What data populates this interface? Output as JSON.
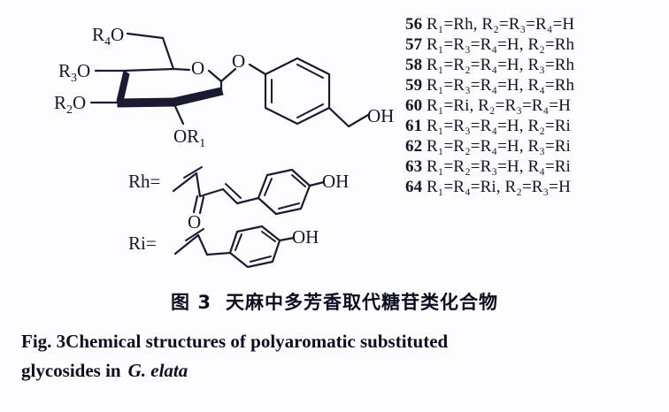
{
  "figure": {
    "caption_cn_number": "图 3",
    "caption_cn_text": "天麻中多芳香取代糖苷类化合物",
    "caption_en_number": "Fig. 3",
    "caption_en_line1": "Chemical structures of polyaromatic substituted",
    "caption_en_line2_prefix": "glycosides in",
    "caption_en_species": "G. elata"
  },
  "legend": {
    "rows": [
      {
        "num": "56",
        "def": "R₁=Rh, R₂=R₃=R₄=H"
      },
      {
        "num": "57",
        "def": "R₁=R₃=R₄=H, R₂=Rh"
      },
      {
        "num": "58",
        "def": "R₁=R₂=R₄=H, R₃=Rh"
      },
      {
        "num": "59",
        "def": "R₁=R₃=R₄=H, R₄=Rh"
      },
      {
        "num": "60",
        "def": "R₁=Ri, R₂=R₃=R₄=H"
      },
      {
        "num": "61",
        "def": "R₁=R₃=R₄=H, R₂=Ri"
      },
      {
        "num": "62",
        "def": "R₁=R₂=R₄=H, R₃=Ri"
      },
      {
        "num": "63",
        "def": "R₁=R₂=R₃=H, R₄=Ri"
      },
      {
        "num": "64",
        "def": "R₁=R₄=Ri, R₂=R₃=H"
      }
    ]
  },
  "structures": {
    "core": {
      "labels": {
        "r4o": "R₄O",
        "r3o": "R₃O",
        "r2o": "R₂O",
        "or1": "OR₁",
        "ring_o": "O",
        "glyco_o": "O",
        "ch2oh": "OH"
      }
    },
    "rh": {
      "label": "Rh=",
      "carbonyl_o": "O",
      "phenol_oh": "OH"
    },
    "ri": {
      "label": "Ri=",
      "phenol_oh": "OH"
    }
  },
  "colors": {
    "background": "#fdfdff",
    "ink": "#14142b",
    "bond": "#1a1a33"
  }
}
